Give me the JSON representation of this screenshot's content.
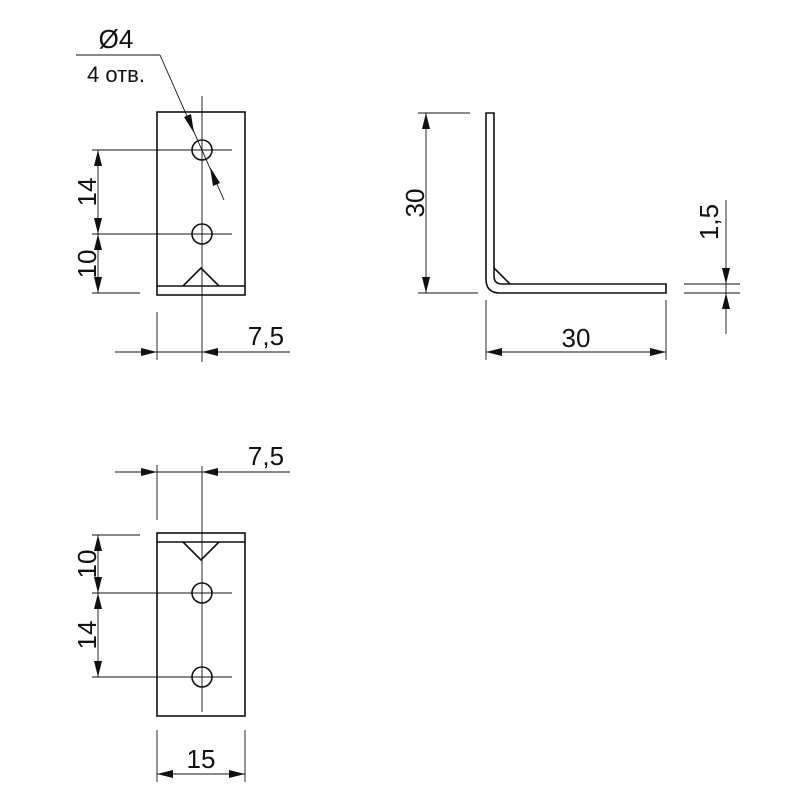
{
  "drawing": {
    "hole_diameter": "Ø4",
    "hole_count": "4 отв.",
    "top_view": {
      "dim_hole_spacing": "14",
      "dim_edge_to_hole": "10",
      "dim_center_offset": "7,5"
    },
    "side_view": {
      "dim_height": "30",
      "dim_length": "30",
      "dim_thickness": "1,5"
    },
    "bottom_view": {
      "dim_center_offset": "7,5",
      "dim_edge_to_hole": "10",
      "dim_hole_spacing": "14",
      "dim_width": "15"
    }
  }
}
